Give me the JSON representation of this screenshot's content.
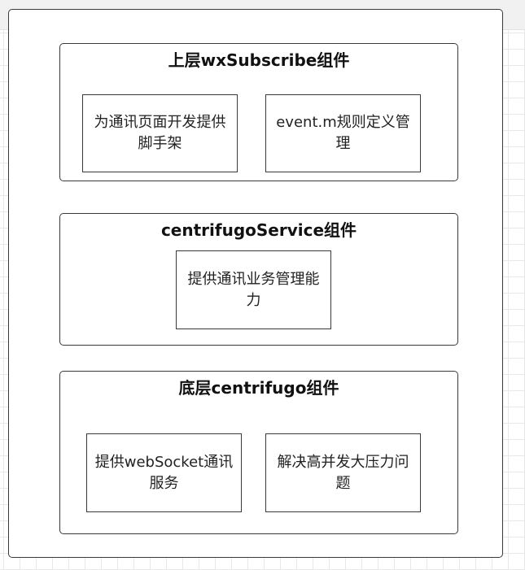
{
  "groups": [
    {
      "title": "上层wxSubscribe组件",
      "boxes": [
        {
          "label": "为通讯页面开发提供脚手架"
        },
        {
          "label": "event.m规则定义管理"
        }
      ]
    },
    {
      "title": "centrifugoService组件",
      "boxes": [
        {
          "label": "提供通讯业务管理能力"
        }
      ]
    },
    {
      "title": "底层centrifugo组件",
      "boxes": [
        {
          "label": "提供webSocket通讯服务"
        },
        {
          "label": "解决高并发大压力问题"
        }
      ]
    }
  ]
}
